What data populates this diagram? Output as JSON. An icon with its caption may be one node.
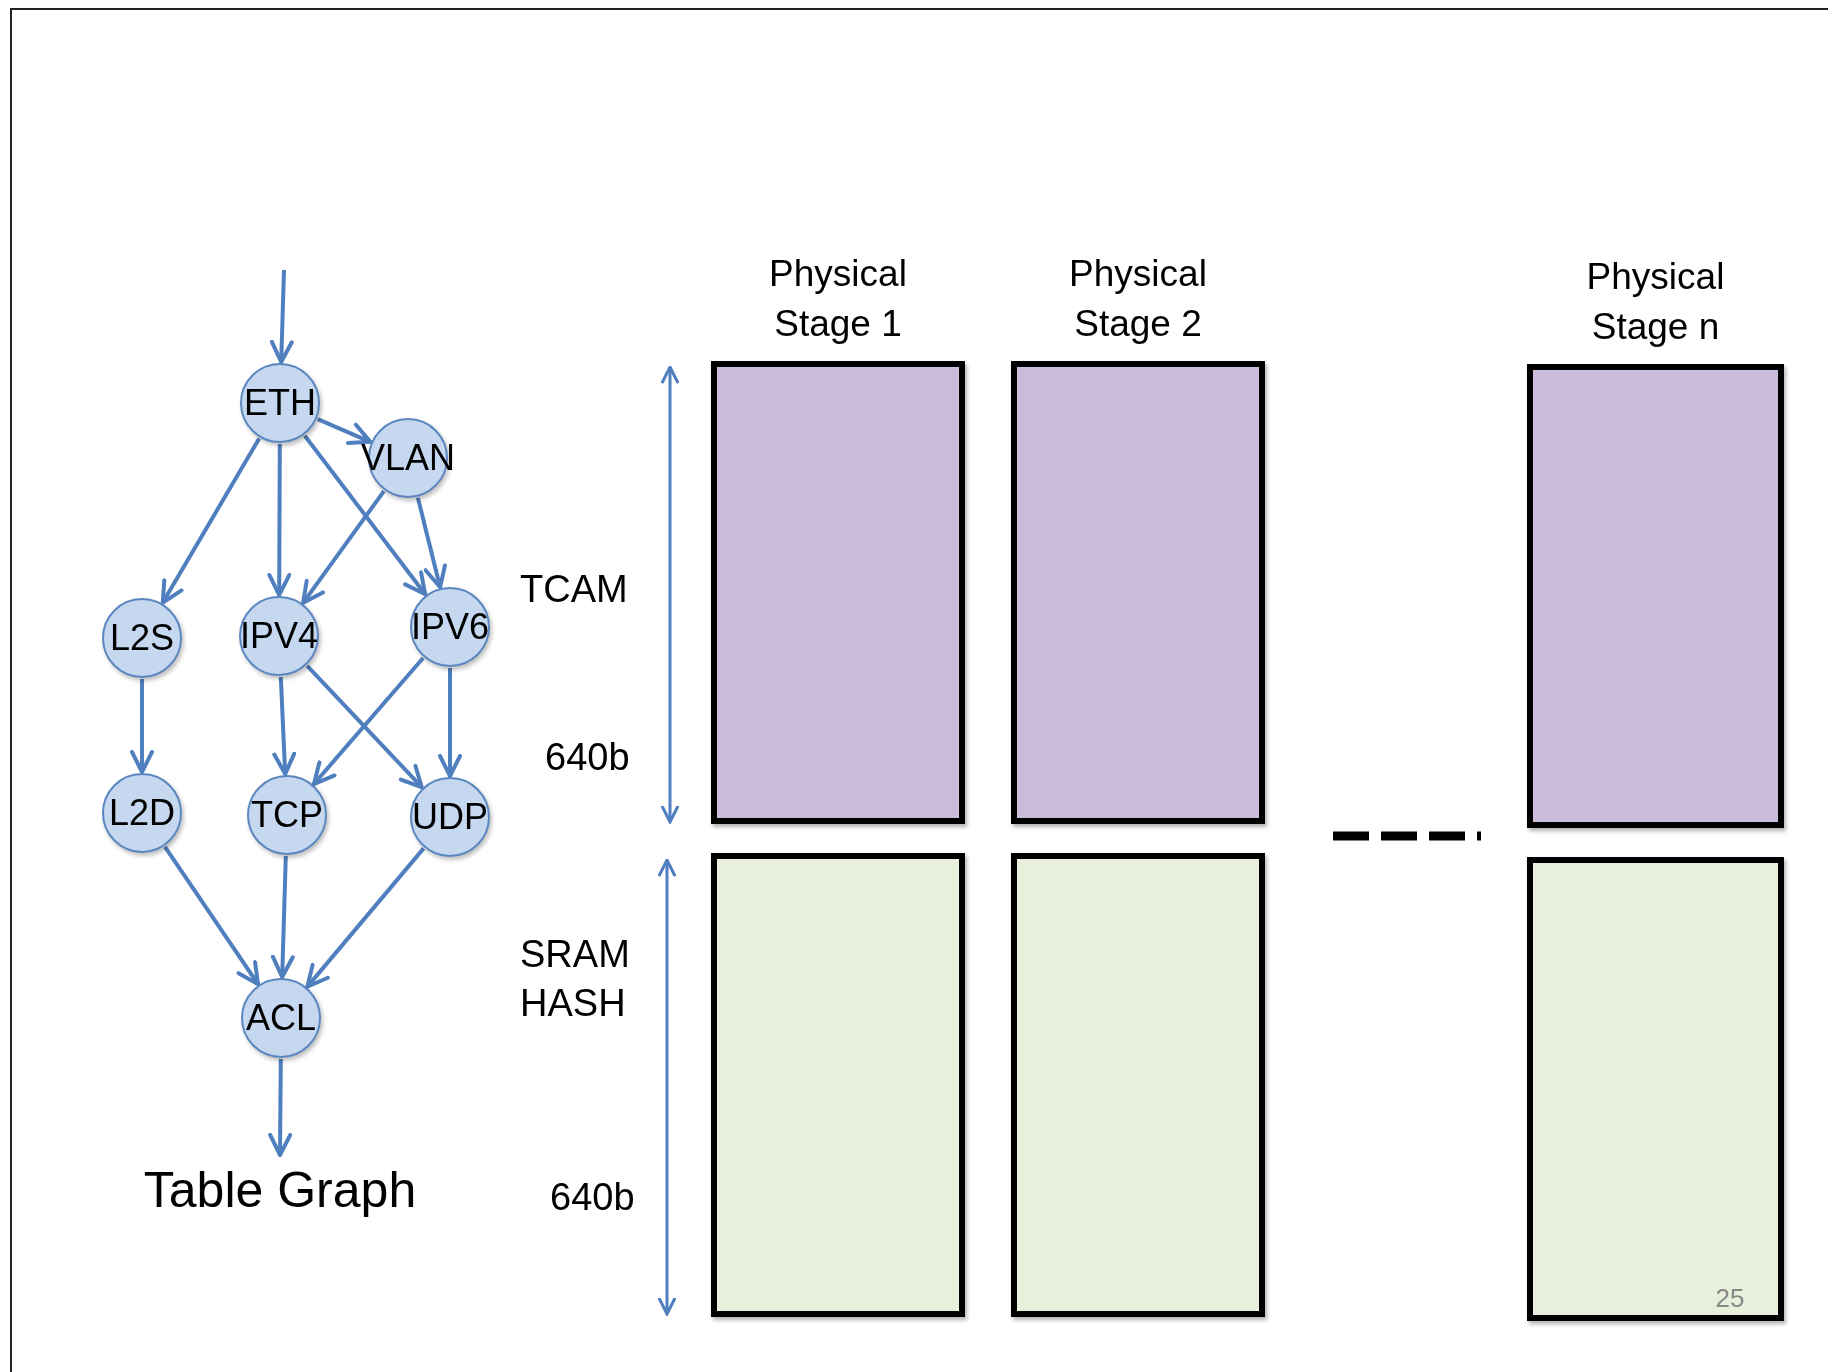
{
  "diagram": {
    "nodes": [
      {
        "text": [
          "ETH"
        ]
      },
      {
        "text": [
          "VLAN"
        ]
      },
      {
        "text": [
          "L2S"
        ]
      },
      {
        "text": [
          "IPV4"
        ]
      },
      {
        "text": [
          "IPV6"
        ]
      },
      {
        "text": [
          "L2D"
        ]
      },
      {
        "text": [
          "TCP"
        ]
      },
      {
        "text": [
          "UDP"
        ]
      },
      {
        "text": [
          "ACL"
        ]
      },
      {
        "text": [
          "Table Graph"
        ]
      },
      {
        "text": [
          "Physical Stage 1"
        ]
      },
      {
        "text": [
          "Physical Stage 2"
        ]
      },
      {
        "text": [
          "Physical Stage n"
        ]
      },
      {
        "text": [],
        "shape": "box"
      },
      {
        "text": [],
        "shape": "box"
      },
      {
        "text": [],
        "shape": "box"
      }
    ],
    "edges": [
      {
        "from": null,
        "to": 0,
        "arrow": "to"
      },
      {
        "from": 0,
        "to": 1,
        "arrow": "to"
      },
      {
        "from": 0,
        "to": 2,
        "arrow": "to"
      },
      {
        "from": 0,
        "to": 3,
        "arrow": "to"
      },
      {
        "from": 0,
        "to": 4,
        "arrow": "to"
      },
      {
        "from": 1,
        "to": 3,
        "arrow": "to"
      },
      {
        "from": 1,
        "to": 4,
        "arrow": "to"
      },
      {
        "from": 2,
        "to": 5,
        "arrow": "to"
      },
      {
        "from": 3,
        "to": 6,
        "arrow": "to"
      },
      {
        "from": 3,
        "to": 7,
        "arrow": "to"
      },
      {
        "from": 4,
        "to": 6,
        "arrow": "to"
      },
      {
        "from": 4,
        "to": 7,
        "arrow": "to"
      },
      {
        "from": 5,
        "to": 8,
        "arrow": "to"
      },
      {
        "from": 6,
        "to": 8,
        "arrow": "to"
      },
      {
        "from": 7,
        "to": 8,
        "arrow": "to"
      },
      {
        "from": 8,
        "to": 9,
        "arrow": "to"
      }
    ],
    "labels": [
      "TCAM",
      "640b",
      "SRAM HASH",
      "640b",
      "25"
    ]
  }
}
